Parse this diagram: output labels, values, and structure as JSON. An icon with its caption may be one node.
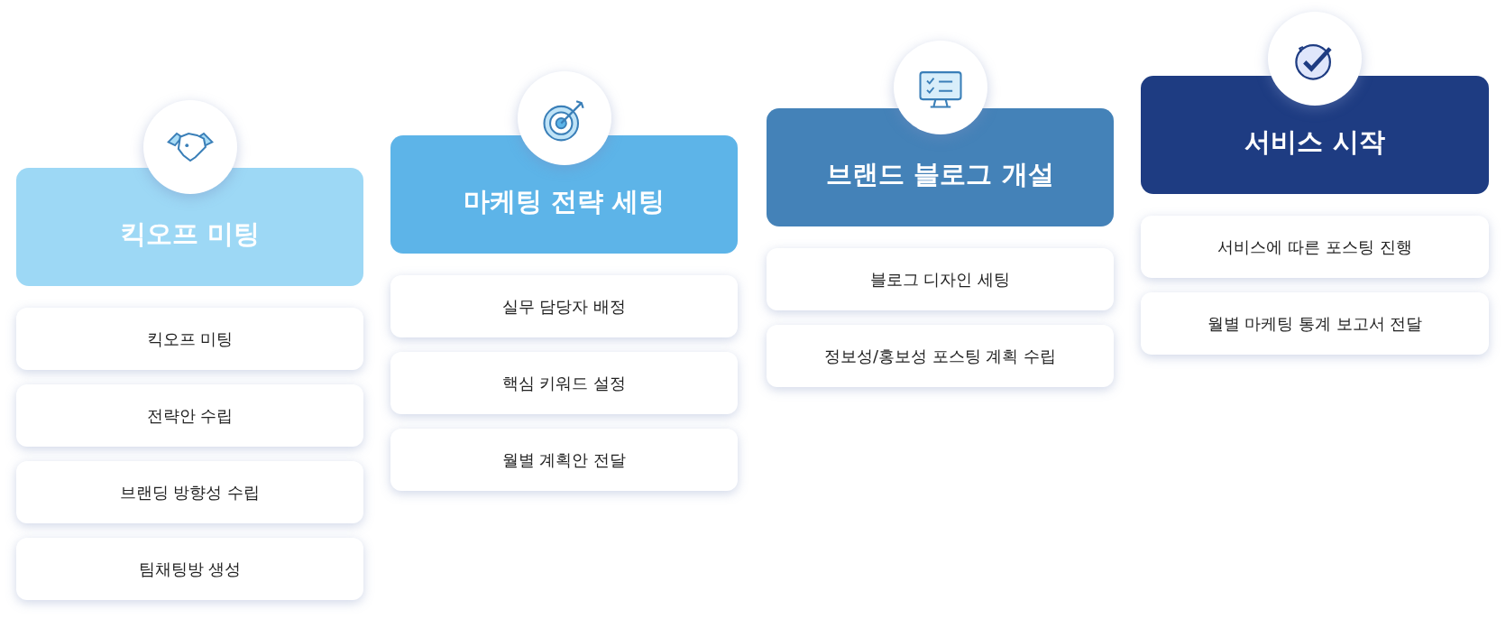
{
  "diagram": {
    "nodes": [
      {
        "text": [
          "킥오프 미팅"
        ]
      },
      {
        "text": [
          "킥오프 미팅"
        ]
      },
      {
        "text": [
          "전략안 수립"
        ]
      },
      {
        "text": [
          "브랜딩 방향성 수립"
        ]
      },
      {
        "text": [
          "팀채팅방 생성"
        ]
      },
      {
        "text": [
          "마케팅 전략 세팅"
        ]
      },
      {
        "text": [
          "실무 담당자 배정"
        ]
      },
      {
        "text": [
          "핵심 키워드 설정"
        ]
      },
      {
        "text": [
          "월별 계획안 전달"
        ]
      },
      {
        "text": [
          "브랜드 블로그 개설"
        ]
      },
      {
        "text": [
          "블로그 디자인 세팅"
        ]
      },
      {
        "text": [
          "정보성/홍보성 포스팅 계획 수립"
        ]
      },
      {
        "text": [
          "서비스 시작"
        ]
      },
      {
        "text": [
          "서비스에 따른 포스팅 진행"
        ]
      },
      {
        "text": [
          "월별 마케팅 통계 보고서 전달"
        ]
      }
    ]
  }
}
